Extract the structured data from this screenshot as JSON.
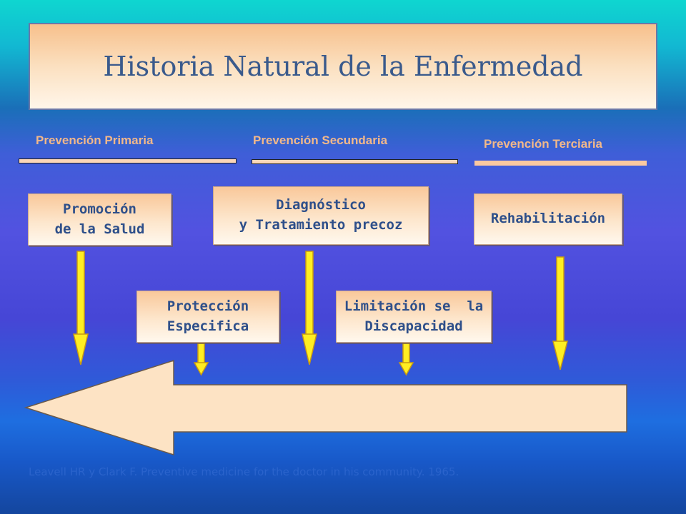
{
  "title": "Historia Natural de la Enfermedad",
  "prevention_levels": [
    {
      "label": "Prevención Primaria"
    },
    {
      "label": "Prevención Secundaria"
    },
    {
      "label": "Prevención Terciaria"
    }
  ],
  "boxes": {
    "promocion": {
      "line1": "Promoción",
      "line2": "de la Salud"
    },
    "diagnostico": {
      "line1": "Diagnóstico",
      "line2": "y Tratamiento precoz"
    },
    "rehabilitacion": {
      "line1": "Rehabilitación"
    },
    "proteccion": {
      "line1": "Protección",
      "line2": "Especifica"
    },
    "limitacion": {
      "line1": "Limitación se  la",
      "line2": "Discapacidad"
    }
  },
  "citation": "Leavell HR y Clark F. Preventive medicine for the doctor in his community. 1965.",
  "colors": {
    "arrow_yellow": "#ffee22",
    "arrow_stroke": "#c89a12",
    "big_arrow_fill": "#fde3c4",
    "title_text": "#3a5a8c",
    "box_text": "#2e4f8a",
    "label_text": "#f2b88a"
  }
}
